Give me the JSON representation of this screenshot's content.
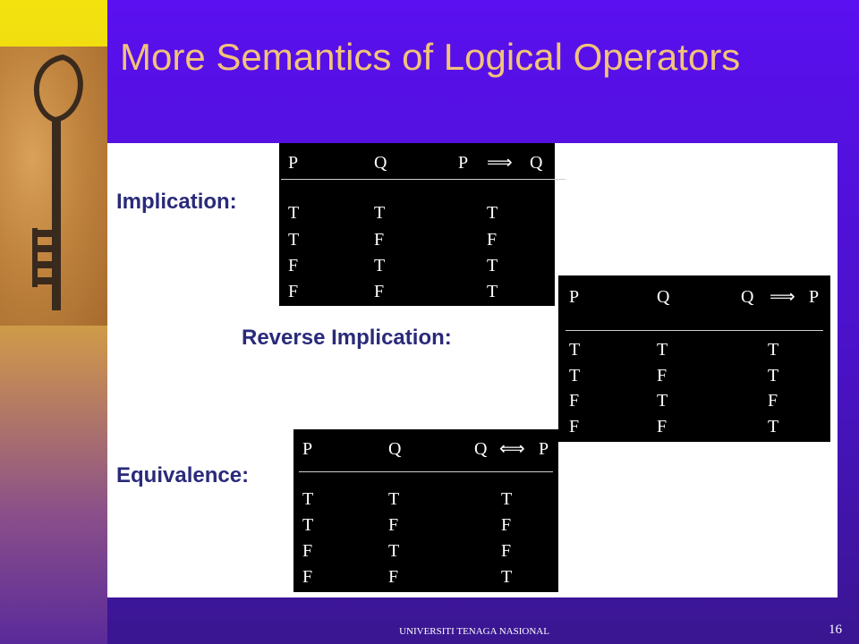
{
  "slide": {
    "title": "More Semantics of Logical Operators",
    "labels": {
      "implication": "Implication:",
      "reverse": "Reverse Implication:",
      "equivalence": "Equivalence:"
    },
    "tables": {
      "implication": {
        "headers": [
          "P",
          "Q",
          "P",
          "⟹",
          "Q"
        ],
        "rows": [
          [
            "T",
            "T",
            "T"
          ],
          [
            "T",
            "F",
            "F"
          ],
          [
            "F",
            "T",
            "T"
          ],
          [
            "F",
            "F",
            "T"
          ]
        ]
      },
      "reverse": {
        "headers": [
          "P",
          "Q",
          "Q",
          "⟹",
          "P"
        ],
        "rows": [
          [
            "T",
            "T",
            "T"
          ],
          [
            "T",
            "F",
            "T"
          ],
          [
            "F",
            "T",
            "F"
          ],
          [
            "F",
            "F",
            "T"
          ]
        ]
      },
      "equivalence": {
        "headers": [
          "P",
          "Q",
          "Q",
          "⟺",
          "P"
        ],
        "rows": [
          [
            "T",
            "T",
            "T"
          ],
          [
            "T",
            "F",
            "F"
          ],
          [
            "F",
            "T",
            "F"
          ],
          [
            "F",
            "F",
            "T"
          ]
        ]
      }
    },
    "footer": "UNIVERSITI TENAGA NASIONAL",
    "page_number": "16"
  }
}
